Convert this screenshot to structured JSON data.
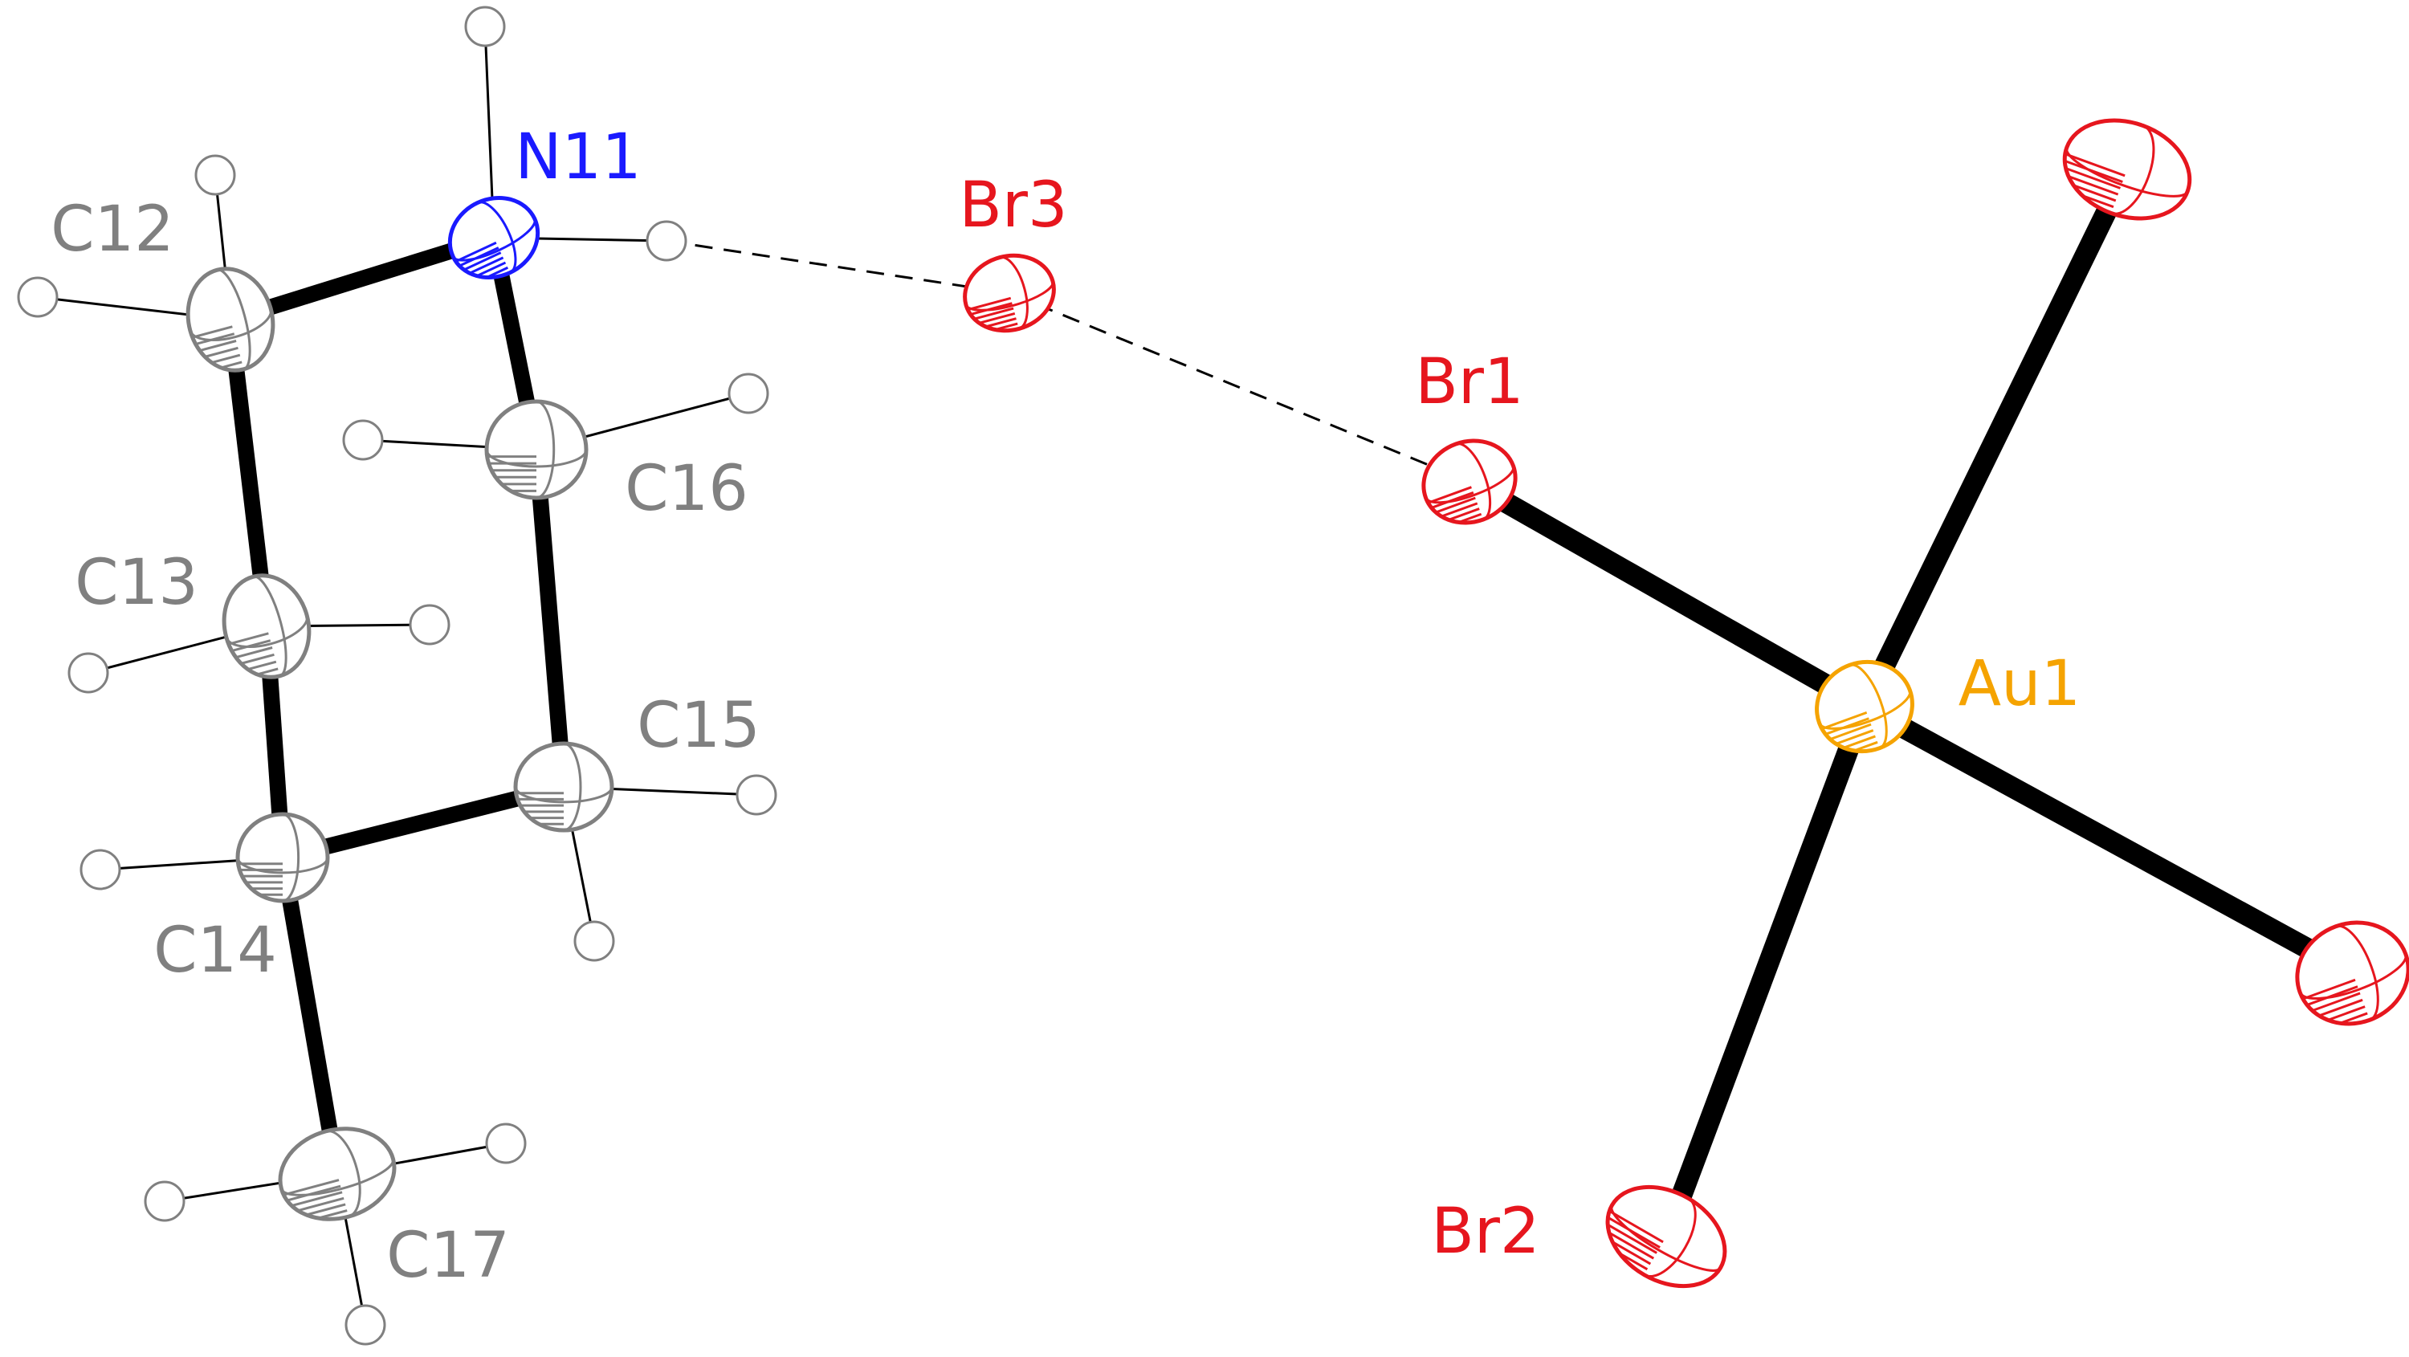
{
  "colors": {
    "carbon": "#808080",
    "nitrogen": "#1a1aff",
    "bromine": "#e6161e",
    "gold": "#f5a300",
    "hydrogen_stroke": "#808080",
    "bond": "#000000"
  },
  "atoms": [
    {
      "id": "n11",
      "label": "N11",
      "element": "nitrogen"
    },
    {
      "id": "c12",
      "label": "C12",
      "element": "carbon"
    },
    {
      "id": "c13",
      "label": "C13",
      "element": "carbon"
    },
    {
      "id": "c14",
      "label": "C14",
      "element": "carbon"
    },
    {
      "id": "c15",
      "label": "C15",
      "element": "carbon"
    },
    {
      "id": "c16",
      "label": "C16",
      "element": "carbon"
    },
    {
      "id": "c17",
      "label": "C17",
      "element": "carbon"
    },
    {
      "id": "br1",
      "label": "Br1",
      "element": "bromine"
    },
    {
      "id": "br2",
      "label": "Br2",
      "element": "bromine"
    },
    {
      "id": "br3",
      "label": "Br3",
      "element": "bromine"
    },
    {
      "id": "br4",
      "label": "",
      "element": "bromine"
    },
    {
      "id": "br5",
      "label": "",
      "element": "bromine"
    },
    {
      "id": "au1",
      "label": "Au1",
      "element": "gold"
    }
  ],
  "bonds": [
    [
      "n11",
      "c12"
    ],
    [
      "n11",
      "c16"
    ],
    [
      "c12",
      "c13"
    ],
    [
      "c13",
      "c14"
    ],
    [
      "c14",
      "c15"
    ],
    [
      "c15",
      "c16"
    ],
    [
      "c14",
      "c17"
    ],
    [
      "au1",
      "br1"
    ],
    [
      "au1",
      "br2"
    ],
    [
      "au1",
      "br4"
    ],
    [
      "au1",
      "br5"
    ]
  ],
  "hydrogen_bonds": [
    [
      "h_n_b",
      "br3"
    ],
    [
      "br3",
      "br1"
    ]
  ]
}
